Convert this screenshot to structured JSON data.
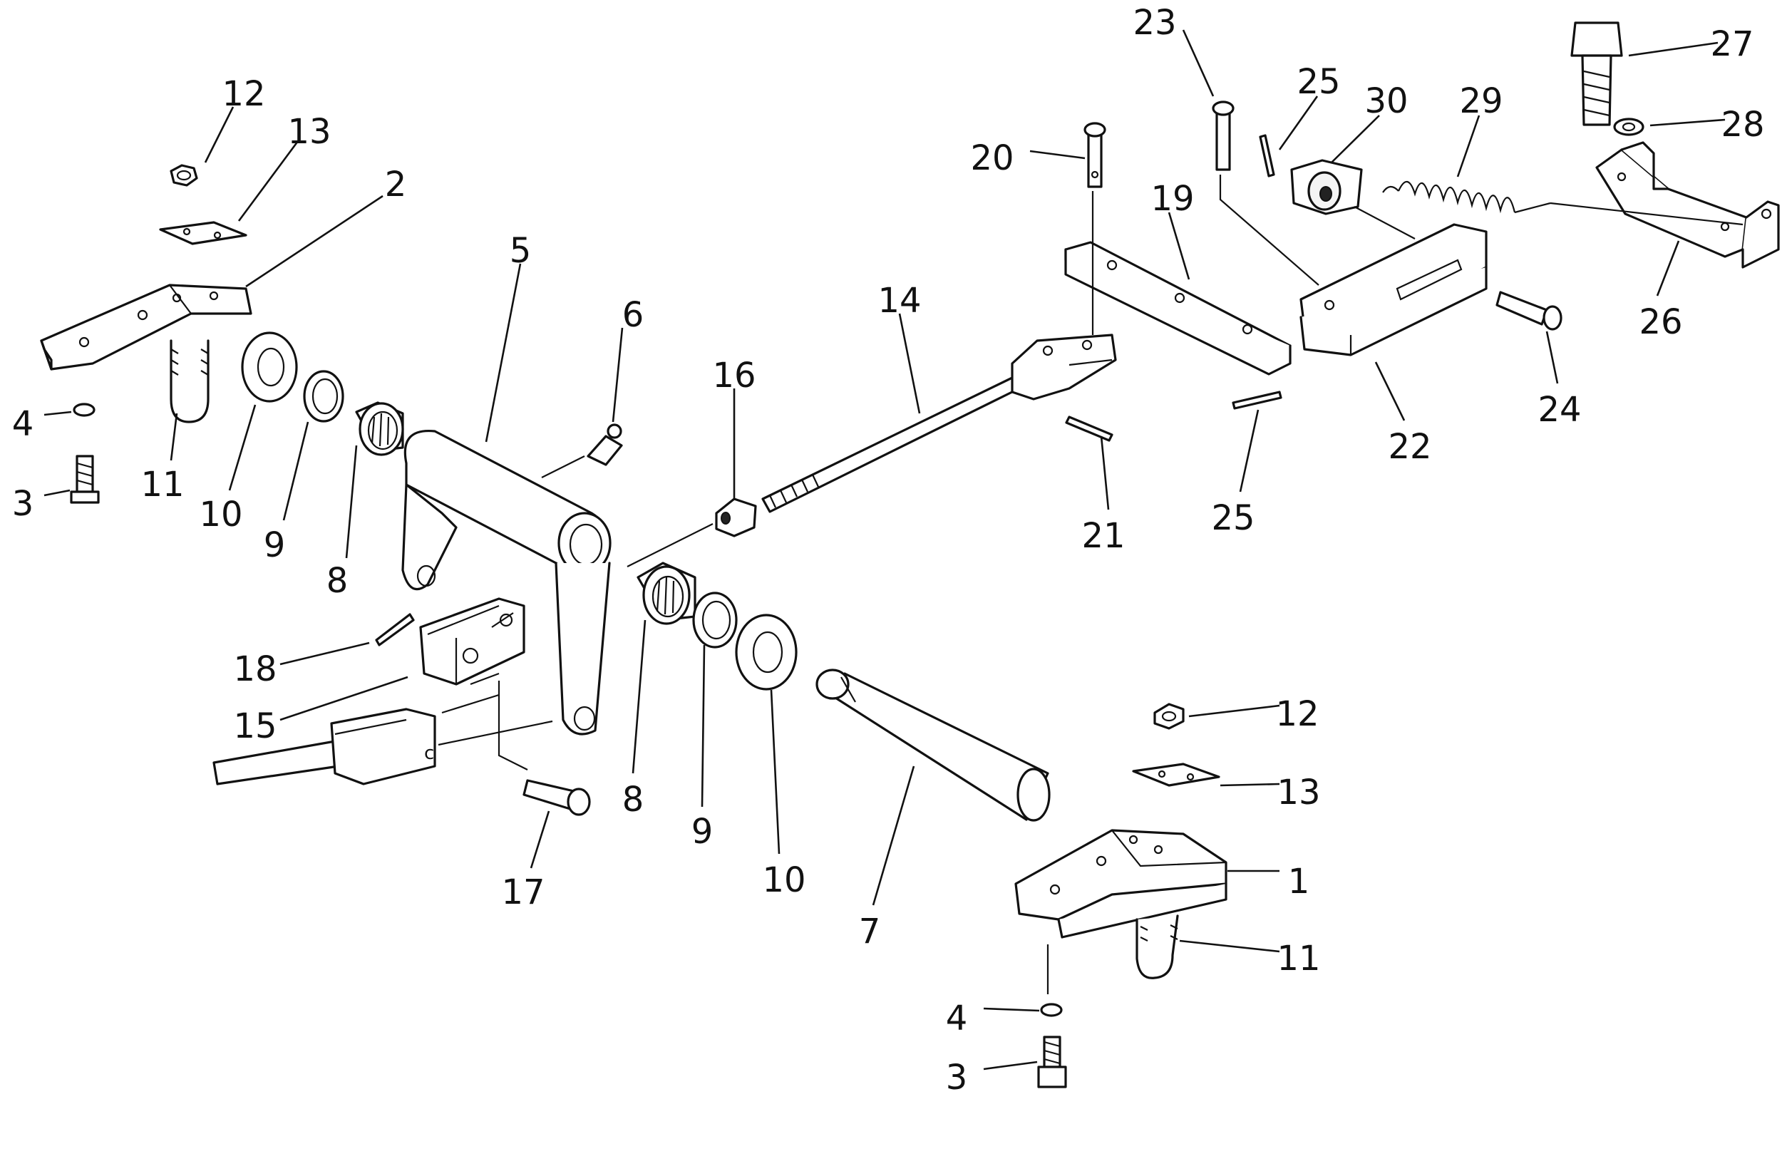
{
  "callouts": [
    {
      "id": "c12a",
      "label": "12"
    },
    {
      "id": "c13a",
      "label": "13"
    },
    {
      "id": "c2",
      "label": "2"
    },
    {
      "id": "c4a",
      "label": "4"
    },
    {
      "id": "c3a",
      "label": "3"
    },
    {
      "id": "c11a",
      "label": "11"
    },
    {
      "id": "c10a",
      "label": "10"
    },
    {
      "id": "c9a",
      "label": "9"
    },
    {
      "id": "c8a",
      "label": "8"
    },
    {
      "id": "c5",
      "label": "5"
    },
    {
      "id": "c6",
      "label": "6"
    },
    {
      "id": "c16",
      "label": "16"
    },
    {
      "id": "c14",
      "label": "14"
    },
    {
      "id": "c18",
      "label": "18"
    },
    {
      "id": "c15",
      "label": "15"
    },
    {
      "id": "c17",
      "label": "17"
    },
    {
      "id": "c8b",
      "label": "8"
    },
    {
      "id": "c9b",
      "label": "9"
    },
    {
      "id": "c10b",
      "label": "10"
    },
    {
      "id": "c7",
      "label": "7"
    },
    {
      "id": "c20",
      "label": "20"
    },
    {
      "id": "c23",
      "label": "23"
    },
    {
      "id": "c25a",
      "label": "25"
    },
    {
      "id": "c30",
      "label": "30"
    },
    {
      "id": "c29",
      "label": "29"
    },
    {
      "id": "c27",
      "label": "27"
    },
    {
      "id": "c28",
      "label": "28"
    },
    {
      "id": "c19",
      "label": "19"
    },
    {
      "id": "c21",
      "label": "21"
    },
    {
      "id": "c25b",
      "label": "25"
    },
    {
      "id": "c22",
      "label": "22"
    },
    {
      "id": "c24",
      "label": "24"
    },
    {
      "id": "c26",
      "label": "26"
    },
    {
      "id": "c12b",
      "label": "12"
    },
    {
      "id": "c13b",
      "label": "13"
    },
    {
      "id": "c1",
      "label": "1"
    },
    {
      "id": "c11b",
      "label": "11"
    },
    {
      "id": "c4b",
      "label": "4"
    },
    {
      "id": "c3b",
      "label": "3"
    }
  ]
}
